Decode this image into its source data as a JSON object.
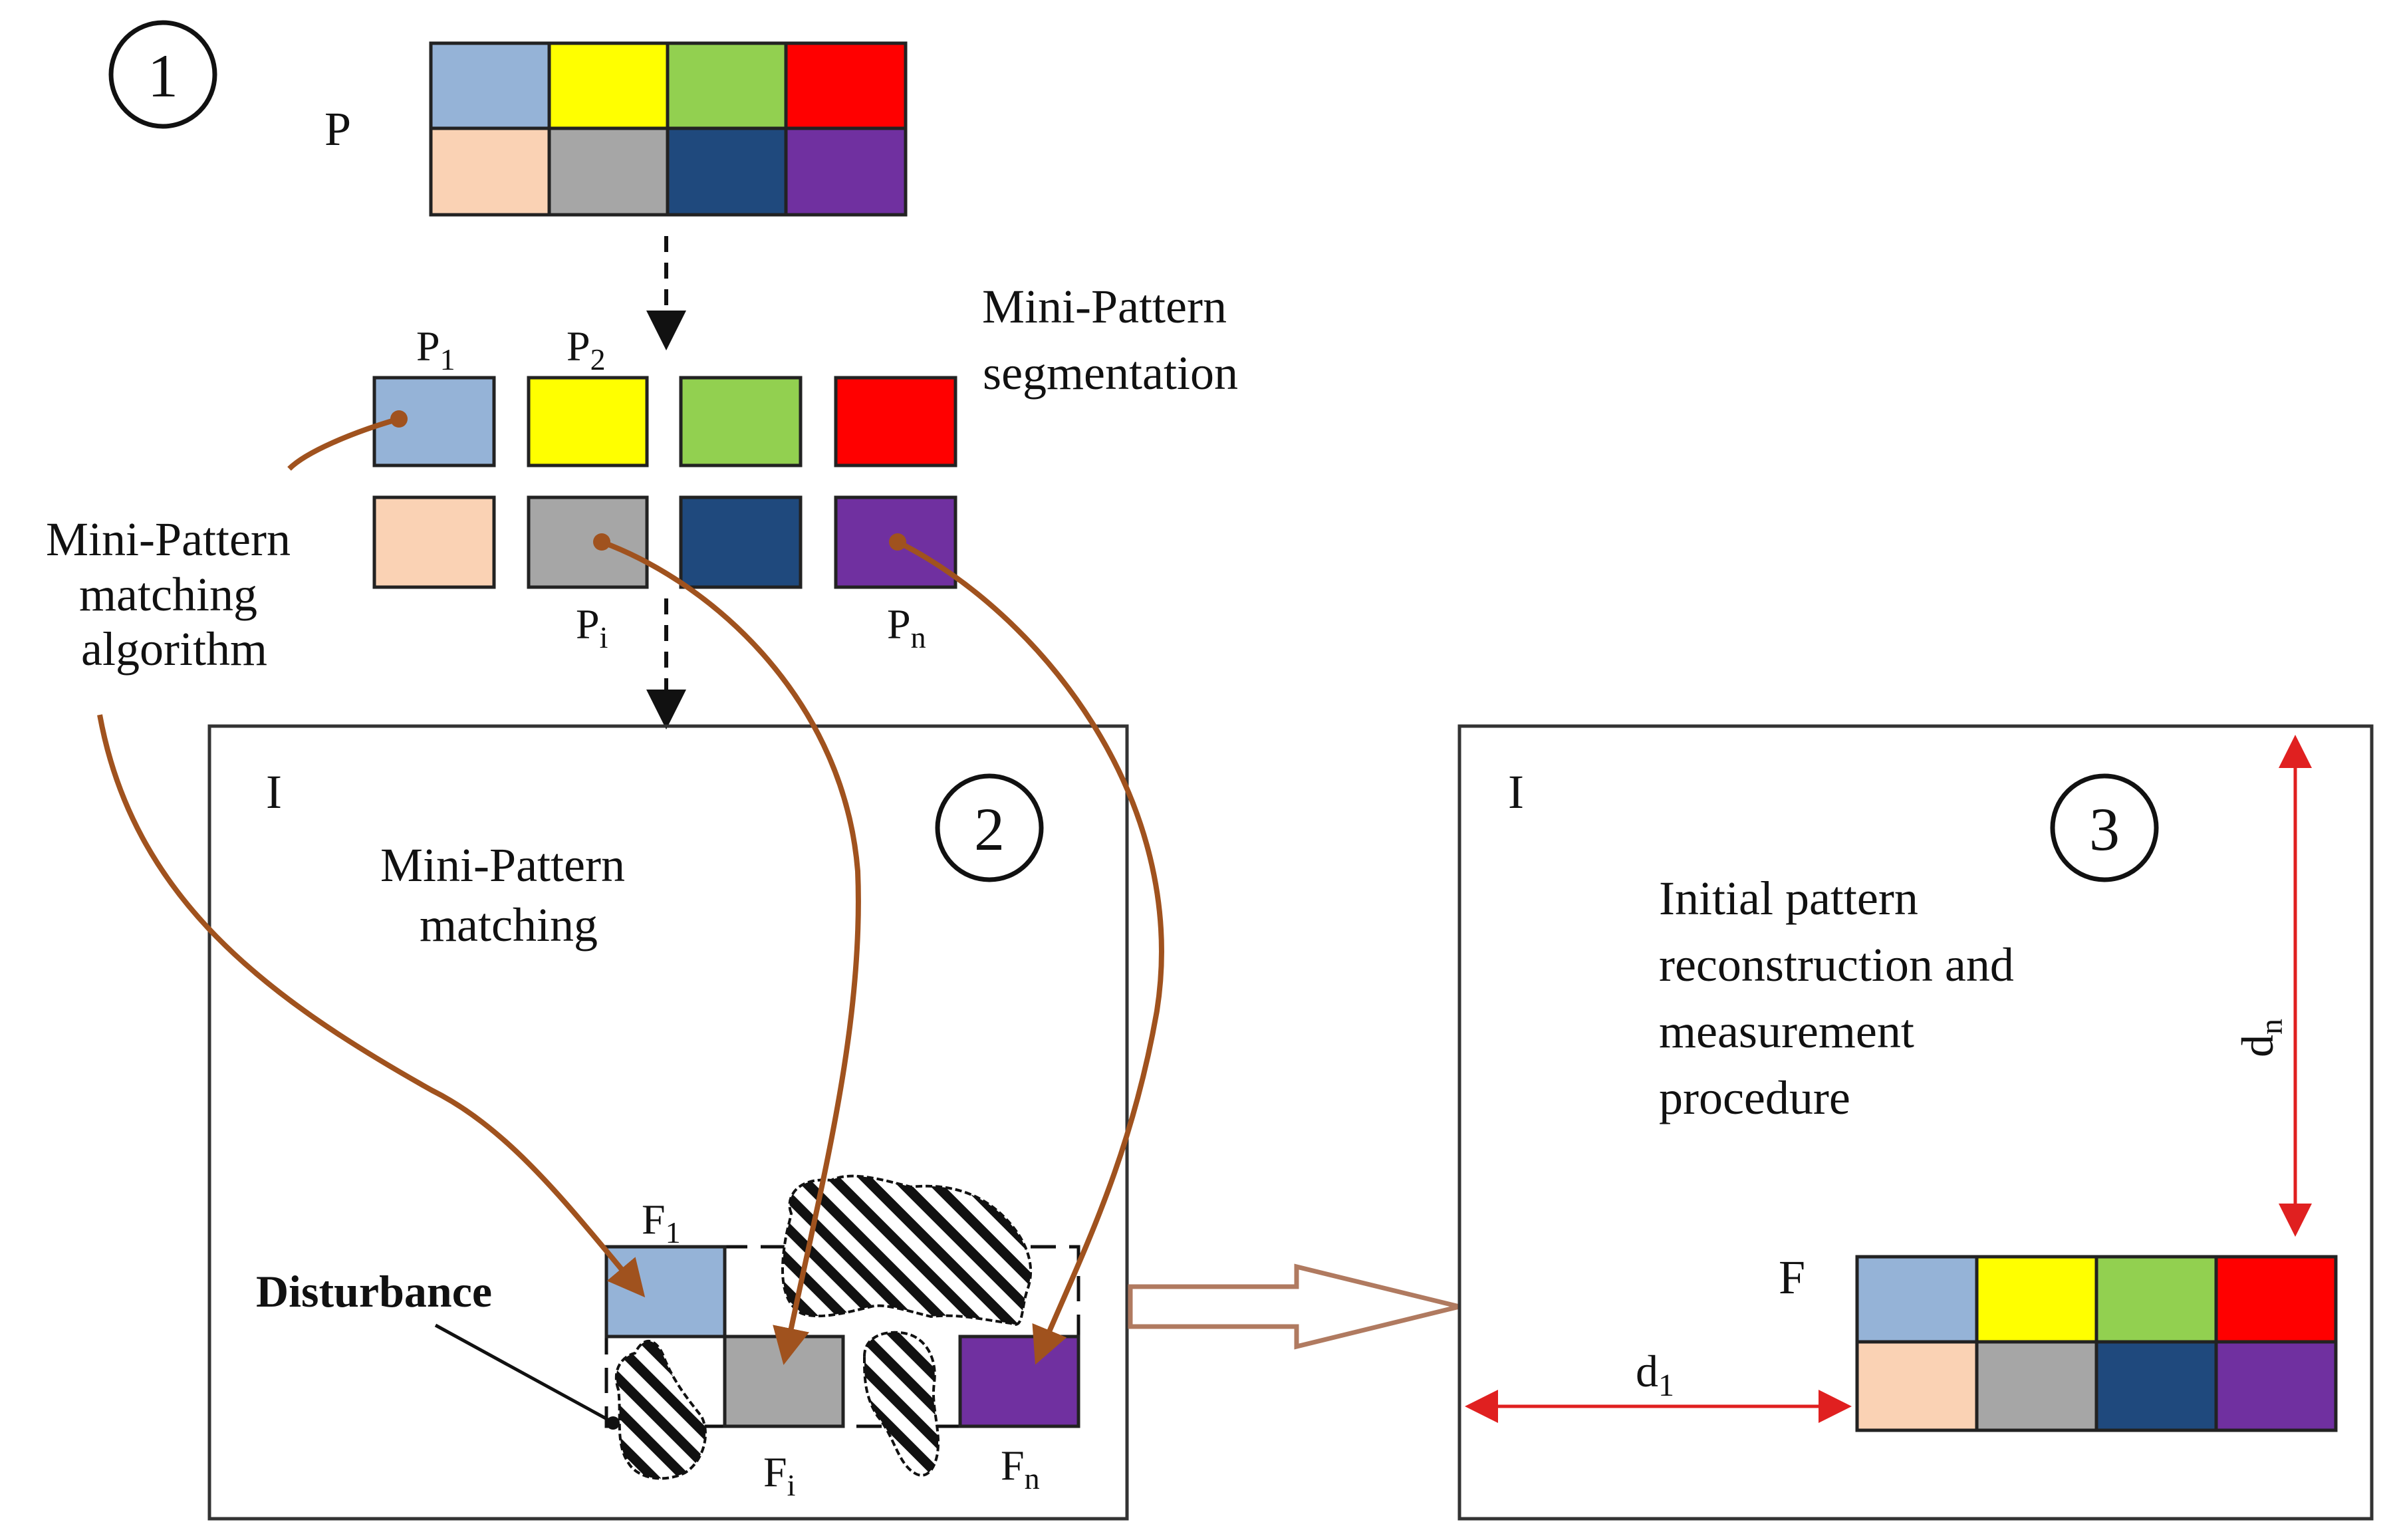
{
  "colors": {
    "light_blue": "#95B3D7",
    "yellow": "#FFFF00",
    "green": "#92D050",
    "red": "#FF0000",
    "peach": "#FAD2B4",
    "gray": "#A6A6A6",
    "navy": "#1F497D",
    "purple": "#7030A0",
    "connector": "#A0521E",
    "measure": "#E02020",
    "outline": "#222222"
  },
  "pattern_cells": [
    "light_blue",
    "yellow",
    "green",
    "red",
    "peach",
    "gray",
    "navy",
    "purple"
  ],
  "steps": {
    "s1": "1",
    "s2": "2",
    "s3": "3"
  },
  "labels": {
    "pattern": "P",
    "p1": "P",
    "p1_sub": "1",
    "p2": "P",
    "p2_sub": "2",
    "pi": "P",
    "pi_sub": "i",
    "pn": "P",
    "pn_sub": "n",
    "segmentation_line1": "Mini-Pattern",
    "segmentation_line2": "segmentation",
    "matching_algorithm_line1": "Mini-Pattern",
    "matching_algorithm_line2": "matching",
    "matching_algorithm_line3": "algorithm",
    "image_left": "I",
    "matching_line1": "Mini-Pattern",
    "matching_line2": "matching",
    "f1": "F",
    "f1_sub": "1",
    "fi": "F",
    "fi_sub": "i",
    "fn": "F",
    "fn_sub": "n",
    "disturbance": "Disturbance",
    "image_right": "I",
    "reconstruction_line1": "Initial pattern",
    "reconstruction_line2": "reconstruction and",
    "reconstruction_line3": "measurement",
    "reconstruction_line4": "procedure",
    "f_final": "F",
    "d1": "d",
    "d1_sub": "1",
    "dn": "d",
    "dn_sub": "n"
  }
}
